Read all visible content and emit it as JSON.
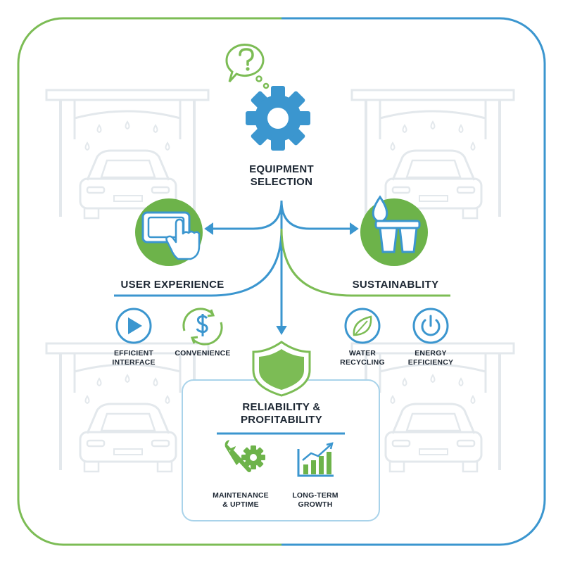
{
  "center": {
    "label_line1": "EQUIPMENT",
    "label_line2": "SELECTION"
  },
  "left_branch": {
    "title": "USER EXPERIENCE",
    "items": [
      {
        "icon": "play-icon",
        "line1": "EFFICIENT",
        "line2": "INTERFACE"
      },
      {
        "icon": "dollar-cycle-icon",
        "line1": "CONVENIENCE",
        "line2": ""
      }
    ]
  },
  "right_branch": {
    "title": "SUSTAINABLITY",
    "items": [
      {
        "icon": "leaf-icon",
        "line1": "WATER",
        "line2": "RECYCLING"
      },
      {
        "icon": "power-icon",
        "line1": "ENERGY",
        "line2": "EFFICIENCY"
      }
    ]
  },
  "bottom_branch": {
    "title_line1": "RELIABILITY &",
    "title_line2": "PROFITABILITY",
    "items": [
      {
        "icon": "wrench-gear-icon",
        "line1": "MAINTENANCE",
        "line2": "& UPTIME"
      },
      {
        "icon": "growth-chart-icon",
        "line1": "LONG-TERM",
        "line2": "GROWTH"
      }
    ]
  },
  "colors": {
    "blue": "#3b96cf",
    "green": "#6db34a",
    "light_green": "#8cc46a",
    "text": "#1d2733",
    "faint": "#e6ebef"
  }
}
